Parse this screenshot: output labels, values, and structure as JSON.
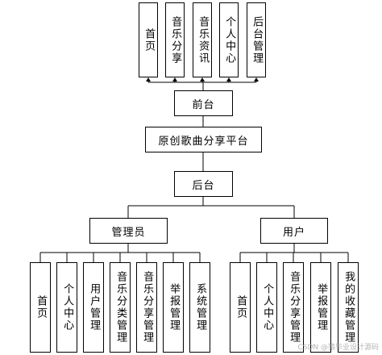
{
  "diagram": {
    "root": {
      "label": "原创歌曲分享平台"
    },
    "frontend": {
      "label": "前台",
      "modules": [
        {
          "label": "首页"
        },
        {
          "label": "音乐分享"
        },
        {
          "label": "音乐资讯"
        },
        {
          "label": "个人中心"
        },
        {
          "label": "后台管理"
        }
      ]
    },
    "backend": {
      "label": "后台",
      "admin": {
        "label": "管理员",
        "modules": [
          {
            "label": "首页"
          },
          {
            "label": "个人中心"
          },
          {
            "label": "用户管理"
          },
          {
            "label": "音乐分类管理"
          },
          {
            "label": "音乐分享管理"
          },
          {
            "label": "举报管理"
          },
          {
            "label": "系统管理"
          }
        ]
      },
      "user": {
        "label": "用户",
        "modules": [
          {
            "label": "首页"
          },
          {
            "label": "个人中心"
          },
          {
            "label": "音乐分享管理"
          },
          {
            "label": "举报管理"
          },
          {
            "label": "我的收藏管理"
          }
        ]
      }
    },
    "watermark": "CSDN @猿毕业设计源码"
  }
}
